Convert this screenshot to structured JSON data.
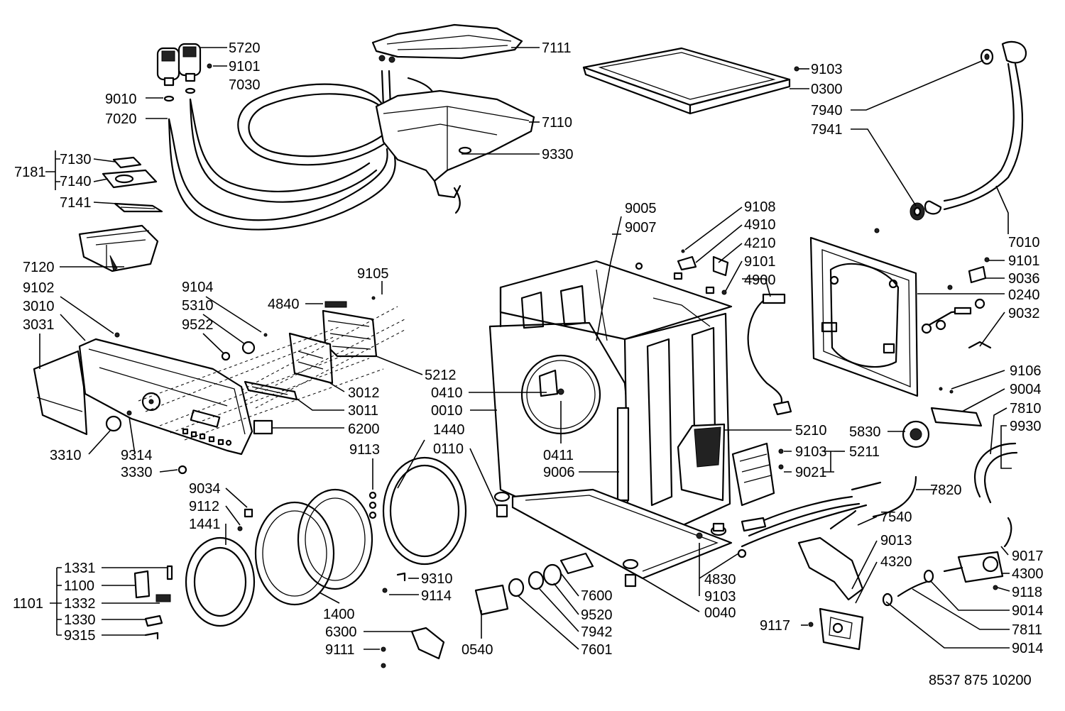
{
  "diagram": {
    "drawing_number": "8537 875 10200",
    "parts": {
      "p5720": "5720",
      "p9101_a": "9101",
      "p7030": "7030",
      "p9010": "9010",
      "p7020": "7020",
      "p7111": "7111",
      "p9103_a": "9103",
      "p0300": "0300",
      "p7940": "7940",
      "p7941": "7941",
      "p7110": "7110",
      "p9330": "9330",
      "p7181": "7181",
      "p7130": "7130",
      "p7140": "7140",
      "p7141": "7141",
      "p7120": "7120",
      "p9102": "9102",
      "p3010": "3010",
      "p3031": "3031",
      "p9105": "9105",
      "p9104": "9104",
      "p5310": "5310",
      "p9522": "9522",
      "p4840": "4840",
      "p5212": "5212",
      "p3012": "3012",
      "p3011": "3011",
      "p6200": "6200",
      "p3310": "3310",
      "p9314": "9314",
      "p3330": "3330",
      "p9005": "9005",
      "p9007": "9007",
      "p9108": "9108",
      "p4910": "4910",
      "p4210": "4210",
      "p9101_b": "9101",
      "p4900": "4900",
      "p7010": "7010",
      "p9101_c": "9101",
      "p9036": "9036",
      "p0240": "0240",
      "p9032": "9032",
      "p0410": "0410",
      "p0010": "0010",
      "p1440": "1440",
      "p0110": "0110",
      "p9113": "9113",
      "p0411": "0411",
      "p9006": "9006",
      "p5210": "5210",
      "p9103_b": "9103",
      "p9021": "9021",
      "p5211": "5211",
      "p5830": "5830",
      "p9106": "9106",
      "p9004": "9004",
      "p7810": "7810",
      "p9930": "9930",
      "p9034": "9034",
      "p9112": "9112",
      "p1441": "1441",
      "p7820": "7820",
      "p7540": "7540",
      "p9013": "9013",
      "p4320": "4320",
      "p9017": "9017",
      "p4300": "4300",
      "p9118": "9118",
      "p9014_a": "9014",
      "p7811": "7811",
      "p9014_b": "9014",
      "p9117": "9117",
      "p1331": "1331",
      "p1100": "1100",
      "p1101": "1101",
      "p1332": "1332",
      "p1330": "1330",
      "p9315": "9315",
      "p1400": "1400",
      "p9310": "9310",
      "p9114": "9114",
      "p6300": "6300",
      "p9111": "9111",
      "p0540": "0540",
      "p7600": "7600",
      "p9520": "9520",
      "p7942": "7942",
      "p7601": "7601",
      "p4830": "4830",
      "p9103_c": "9103",
      "p0040": "0040"
    }
  }
}
